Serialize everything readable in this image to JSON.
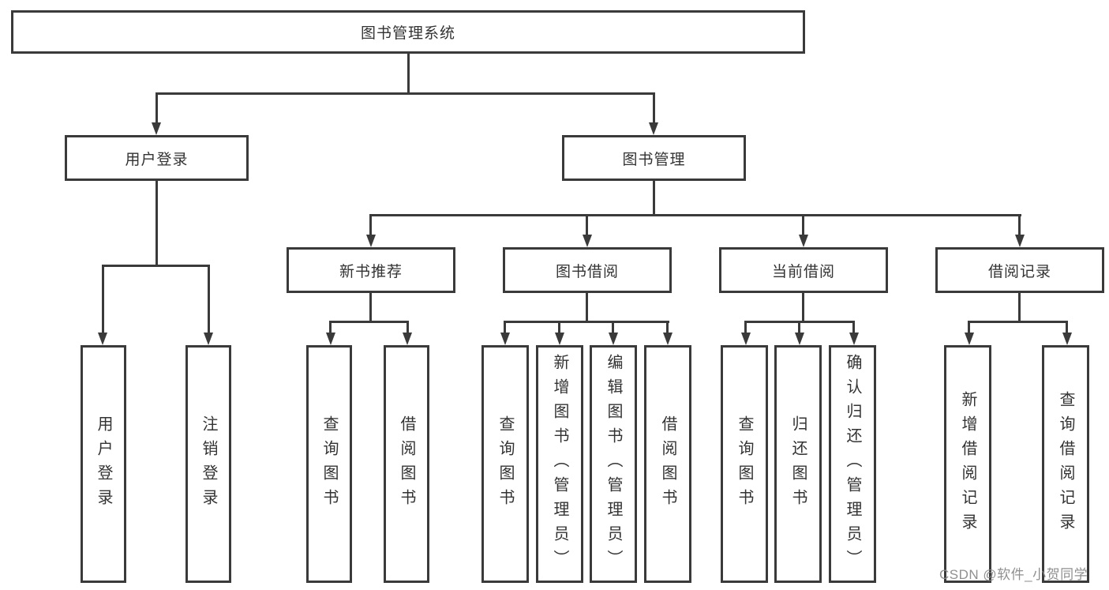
{
  "diagram": {
    "root": {
      "label": "图书管理系统"
    },
    "user_login": {
      "label": "用户登录",
      "children": {
        "login": "用户登录",
        "logout": "注销登录"
      }
    },
    "book_mgmt": {
      "label": "图书管理",
      "children": {
        "new_book_rec": {
          "label": "新书推荐",
          "children": {
            "query": "查询图书",
            "borrow": "借阅图书"
          }
        },
        "book_borrow": {
          "label": "图书借阅",
          "children": {
            "query": "查询图书",
            "add": "新增图书（管理员）",
            "edit": "编辑图书（管理员）",
            "borrow": "借阅图书"
          }
        },
        "current_borrow": {
          "label": "当前借阅",
          "children": {
            "query": "查询图书",
            "return": "归还图书",
            "confirm": "确认归还（管理员）"
          }
        },
        "borrow_records": {
          "label": "借阅记录",
          "children": {
            "add": "新增借阅记录",
            "query": "查询借阅记录"
          }
        }
      }
    }
  },
  "watermark": "CSDN @软件_小贺同学",
  "colors": {
    "line": "#3a3a3a",
    "text": "#333333",
    "background": "#ffffff",
    "watermark": "#8a8a8a"
  }
}
